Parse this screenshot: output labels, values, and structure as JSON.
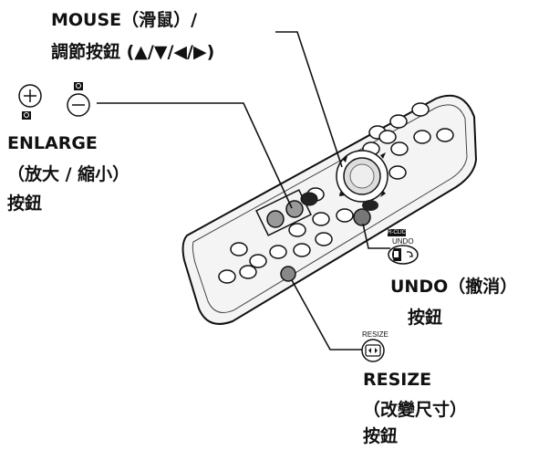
{
  "labels": {
    "mouse_line1": "MOUSE（滑鼠）/",
    "mouse_line2": "調節按鈕 (▲/▼/◀/▶)",
    "enlarge_line1": "ENLARGE",
    "enlarge_line2": "（放大 / 縮小）",
    "enlarge_line3": "按鈕",
    "undo_line1": "UNDO（撤消）",
    "undo_line2": "按鈕",
    "resize_line1": "RESIZE",
    "resize_line2": "（改變尺寸）",
    "resize_line3": "按鈕"
  },
  "button_captions": {
    "rclick": "R-CLICK",
    "undo": "UNDO",
    "resize": "RESIZE"
  },
  "icons": {
    "zoom_in": "plus-circle-icon",
    "zoom_out": "minus-circle-icon",
    "magnifier": "magnifier-icon",
    "mouse_undo": "mouse-undo-icon",
    "resize": "resize-icon"
  }
}
